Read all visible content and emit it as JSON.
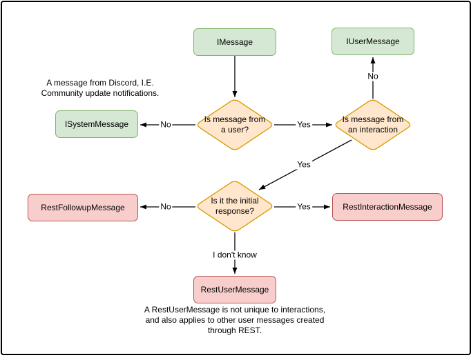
{
  "palette": {
    "green_fill": "#d5e8d4",
    "green_stroke": "#82b366",
    "orange_fill": "#ffe6cc",
    "orange_stroke": "#d79b00",
    "red_fill": "#f8cecc",
    "red_stroke": "#b85450",
    "edge_color": "#000000",
    "background": "#ffffff",
    "border_color": "#000000"
  },
  "nodes": {
    "imessage": {
      "label": "IMessage"
    },
    "iusermessage": {
      "label": "IUserMessage"
    },
    "isystemmessage": {
      "label": "ISystemMessage"
    },
    "restfollowupmessage": {
      "label": "RestFollowupMessage"
    },
    "restinteractionmessage": {
      "label": "RestInteractionMessage"
    },
    "restusermessage": {
      "label": "RestUserMessage"
    },
    "decision_user": {
      "label": "Is message from\na user?"
    },
    "decision_interaction": {
      "label": "Is message from\nan interaction"
    },
    "decision_initial": {
      "label": "Is it the initial\nresponse?"
    }
  },
  "edge_labels": {
    "user_no": "No",
    "user_yes": "Yes",
    "interaction_no": "No",
    "interaction_yes": "Yes",
    "initial_no": "No",
    "initial_yes": "Yes",
    "initial_unknown": "I don't know"
  },
  "annotations": {
    "system_note": "A message from Discord, I.E.\nCommunity update notifications.",
    "restuser_note": "A RestUserMessage is not unique to interactions,\nand also applies to other user messages created\nthrough REST."
  }
}
